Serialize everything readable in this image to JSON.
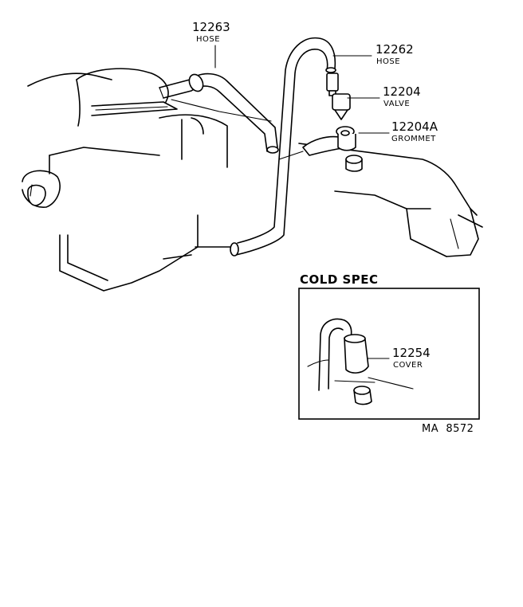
{
  "parts": [
    {
      "number": "12263",
      "name": "HOSE"
    },
    {
      "number": "12262",
      "name": "HOSE"
    },
    {
      "number": "12204",
      "name": "VALVE"
    },
    {
      "number": "12204A",
      "name": "GROMMET"
    }
  ],
  "inset": {
    "title": "COLD SPEC",
    "part": {
      "number": "12254",
      "name": "COVER"
    }
  },
  "reference_code": "MA  8572"
}
